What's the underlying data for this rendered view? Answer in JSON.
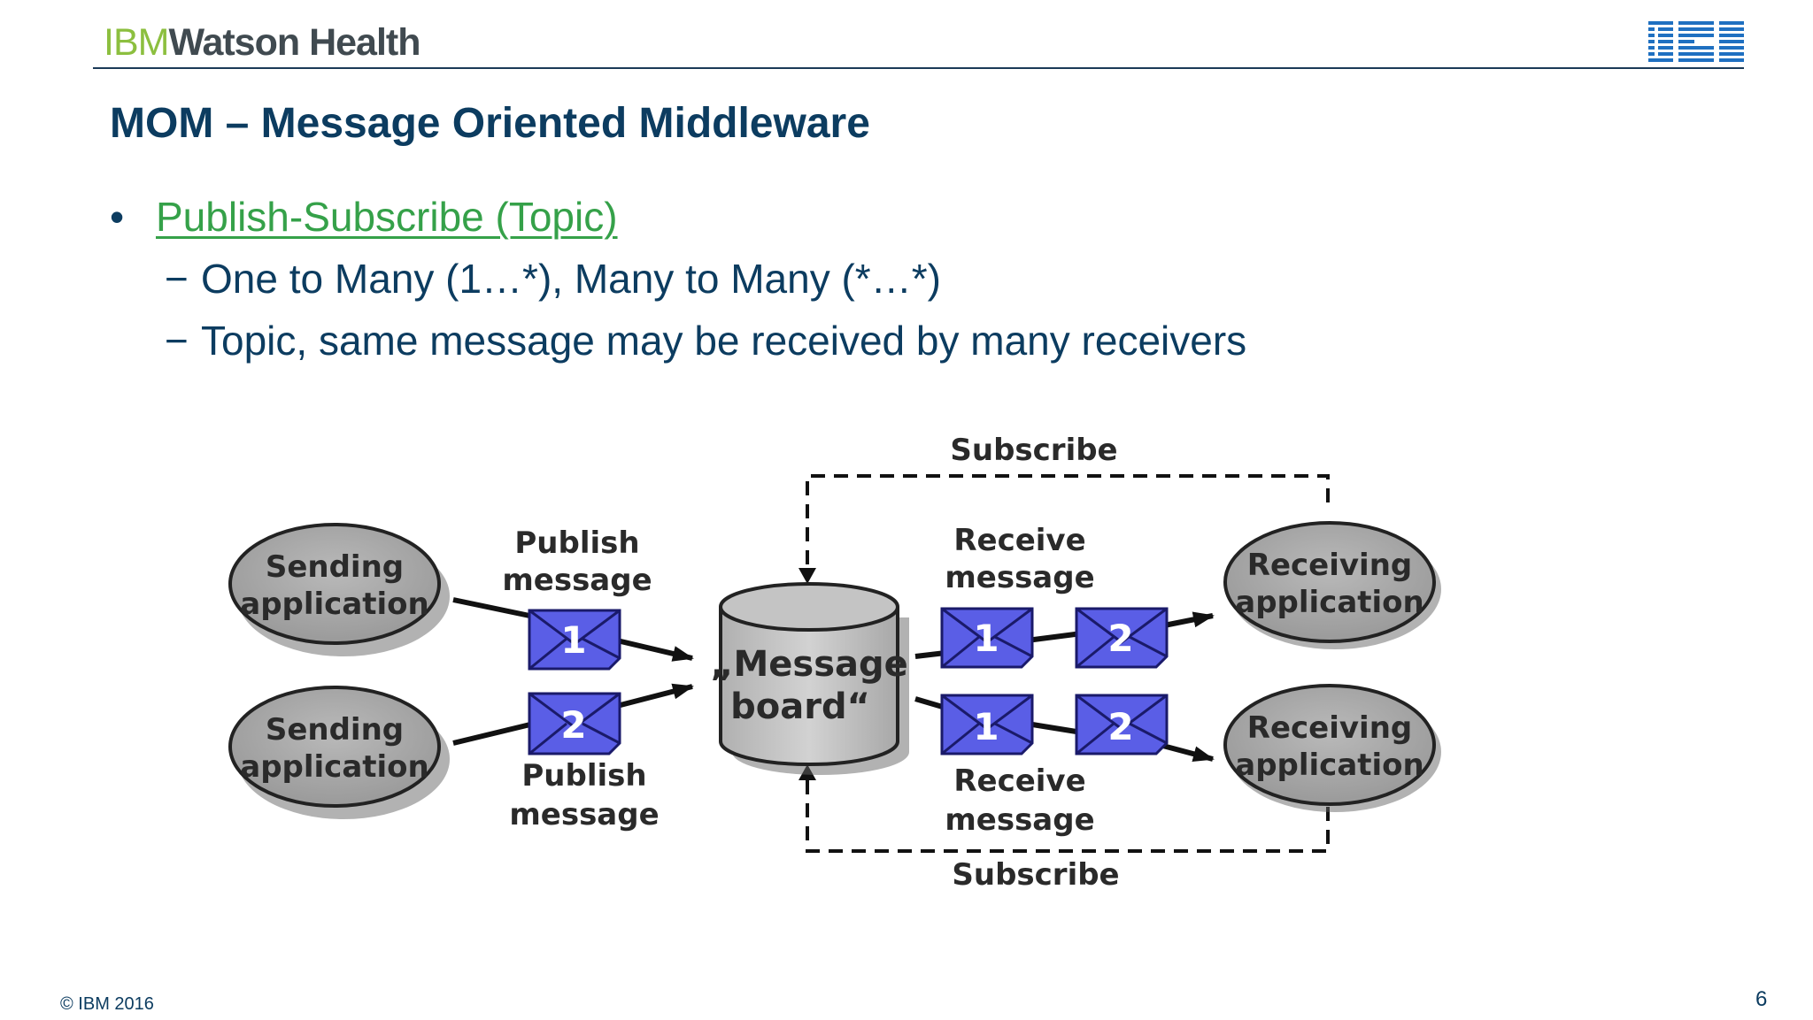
{
  "header": {
    "brand_ibm": "IBM",
    "brand_rest": "Watson Health",
    "logo_icon": "ibm-logo-icon"
  },
  "slide": {
    "title": "MOM – Message Oriented Middleware",
    "bullet_1_link": "Publish-Subscribe (Topic)",
    "bullet_2": "One to Many (1…*), Many to Many (*…*)",
    "bullet_3": "Topic, same message may be received by many receivers",
    "bullet_marker": "•",
    "dash_marker": "−"
  },
  "diagram": {
    "sender_1_line1": "Sending",
    "sender_1_line2": "application",
    "sender_2_line1": "Sending",
    "sender_2_line2": "application",
    "publish_top_line1": "Publish",
    "publish_top_line2": "message",
    "publish_bottom_line1": "Publish",
    "publish_bottom_line2": "message",
    "board_line1": "„Message",
    "board_line2": "board“",
    "receive_top_line1": "Receive",
    "receive_top_line2": "message",
    "receive_bottom_line1": "Receive",
    "receive_bottom_line2": "message",
    "receiver_1_line1": "Receiving",
    "receiver_1_line2": "application",
    "receiver_2_line1": "Receiving",
    "receiver_2_line2": "application",
    "subscribe_top": "Subscribe",
    "subscribe_bottom": "Subscribe",
    "env_pub_1": "1",
    "env_pub_2": "2",
    "env_rcv_top_1": "1",
    "env_rcv_top_2": "2",
    "env_rcv_bottom_1": "1",
    "env_rcv_bottom_2": "2"
  },
  "colors": {
    "title": "#0c3c60",
    "link": "#35a149",
    "envelope": "#5a5ee6",
    "node": "#a8a8a8"
  },
  "footer": {
    "copyright": "© IBM 2016",
    "page_number": "6"
  }
}
